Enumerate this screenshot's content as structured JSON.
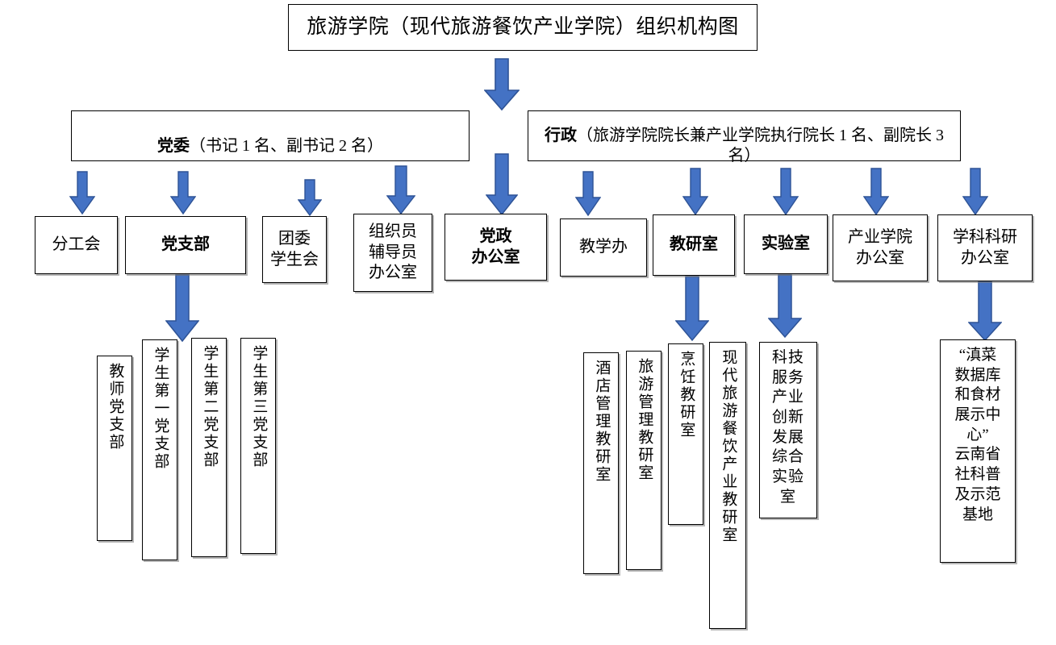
{
  "chart_data": {
    "type": "diagram",
    "title": "旅游学院（现代旅游餐饮产业学院）组织机构图",
    "diagram_kind": "organizational-chart",
    "accent_color": "#4472C4",
    "accent_stroke": "#2E5396",
    "box_border_color": "#000000",
    "background": "#FFFFFF",
    "levels": 4
  },
  "title": {
    "text": "旅游学院（现代旅游餐饮产业学院）组织机构图"
  },
  "level2": {
    "party": {
      "lead": "党委",
      "detail": "（书记 1 名、副书记 2 名）"
    },
    "admin": {
      "lead": "行政",
      "detail": "（旅游学院院长兼产业学院执行院长 1 名、副院长 3 名）"
    }
  },
  "level3": {
    "branch_union": "分工会",
    "party_branch": "党支部",
    "youth_league": "团委\n学生会",
    "organizer_office": "组织员\n辅导员\n办公室",
    "party_admin_office": "党政\n办公室",
    "teaching_office": "教学办",
    "teaching_research": "教研室",
    "laboratory": "实验室",
    "industry_college_office": "产业学院\n办公室",
    "discipline_research_office": "学科科研\n办公室"
  },
  "level4": {
    "teacher_party_branch": "教师党支部",
    "student_party_branch_1": "学生第一党支部",
    "student_party_branch_2": "学生第二党支部",
    "student_party_branch_3": "学生第三党支部",
    "hotel_management_office": "酒店管理教研室",
    "tourism_management_office": "旅游管理教研室",
    "culinary_office": "烹饪教研室",
    "modern_tourism_catering_office": "现代旅游餐饮产业教研室",
    "comprehensive_lab": "科技\n服务\n产业\n创新\n发展\n综合\n实验\n室",
    "dian_cuisine_base": "“滇菜\n数据库\n和食材\n展示中\n心”\n云南省\n社科普\n及示范\n基地"
  }
}
